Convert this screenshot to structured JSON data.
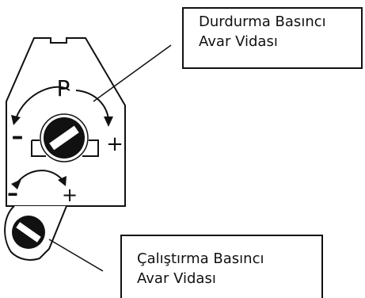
{
  "labels": {
    "stop_pressure": {
      "line1": "Durdurma Basıncı",
      "line2": "Avar Vidası"
    },
    "start_pressure": {
      "line1": "Çalıştırma Basıncı",
      "line2": "Avar Vidası"
    }
  },
  "symbols": {
    "pressure": "P",
    "upper_minus": "–",
    "upper_plus": "+",
    "lower_minus": "–",
    "lower_plus": "+"
  }
}
